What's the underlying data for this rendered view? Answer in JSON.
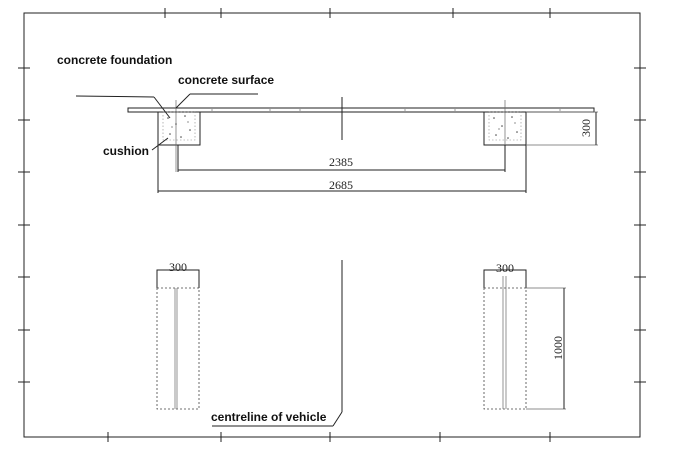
{
  "labels": {
    "concrete_foundation": "concrete foundation",
    "concrete_surface": "concrete surface",
    "cushion": "cushion",
    "centreline": "centreline of vehicle"
  },
  "dimensions": {
    "inner_span": "2385",
    "outer_span": "2685",
    "pit_depth": "300",
    "pit_width_left": "300",
    "pit_width_right": "300",
    "pit_length": "1000"
  },
  "colors": {
    "line": "#222222",
    "background": "#ffffff"
  }
}
